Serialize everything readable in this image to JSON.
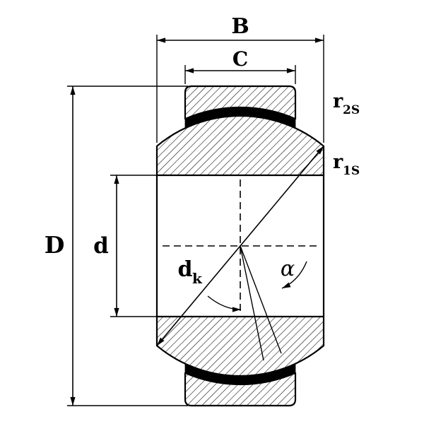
{
  "colors": {
    "ink": "#000000",
    "paper": "#ffffff"
  },
  "labels": {
    "B": "B",
    "C": "C",
    "D": "D",
    "d": "d",
    "dk": {
      "main": "d",
      "sub": "k"
    },
    "r2S": {
      "main": "r",
      "sub": "2S"
    },
    "r1S": {
      "main": "r",
      "sub": "1S"
    },
    "alpha": "α"
  }
}
